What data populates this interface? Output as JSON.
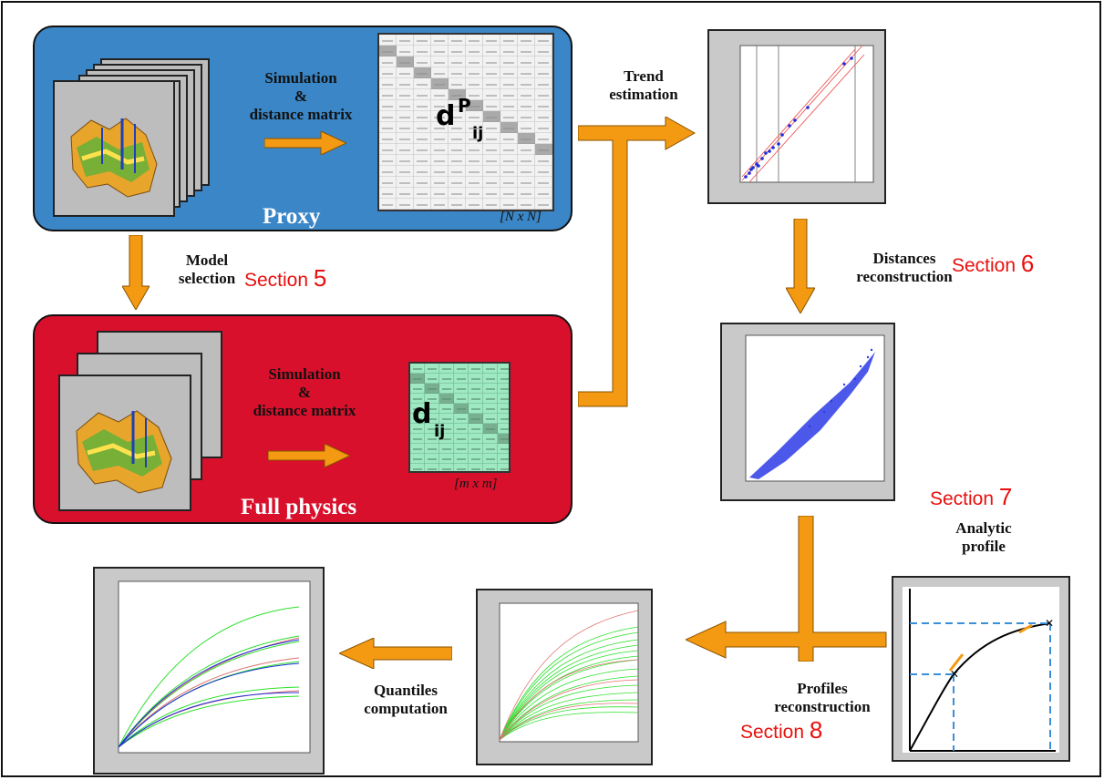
{
  "proxy": {
    "title": "Proxy",
    "step": "Simulation\n&\ndistance matrix",
    "matrix_symbol": "d",
    "matrix_sup": "P",
    "matrix_sub": "ij",
    "matrix_dim": "[N x N]"
  },
  "full": {
    "title": "Full physics",
    "step": "Simulation\n&\ndistance matrix",
    "matrix_symbol": "d",
    "matrix_sub": "ij",
    "matrix_dim": "[m x m]"
  },
  "model_selection": {
    "label": "Model\nselection",
    "section_word": "Section",
    "section_num": "5"
  },
  "trend": {
    "label": "Trend\nestimation"
  },
  "distances": {
    "label": "Distances\nreconstruction",
    "section_word": "Section",
    "section_num": "6"
  },
  "analytic": {
    "label": "Analytic\nprofile",
    "section_word": "Section",
    "section_num": "7"
  },
  "profiles": {
    "label": "Profiles\nreconstruction",
    "section_word": "Section",
    "section_num": "8"
  },
  "quantiles": {
    "label": "Quantiles\ncomputation"
  },
  "colors": {
    "proxy_panel": "#3a86c6",
    "full_panel": "#d8102c",
    "arrow": "#f39a12",
    "section": "#e8100e"
  }
}
